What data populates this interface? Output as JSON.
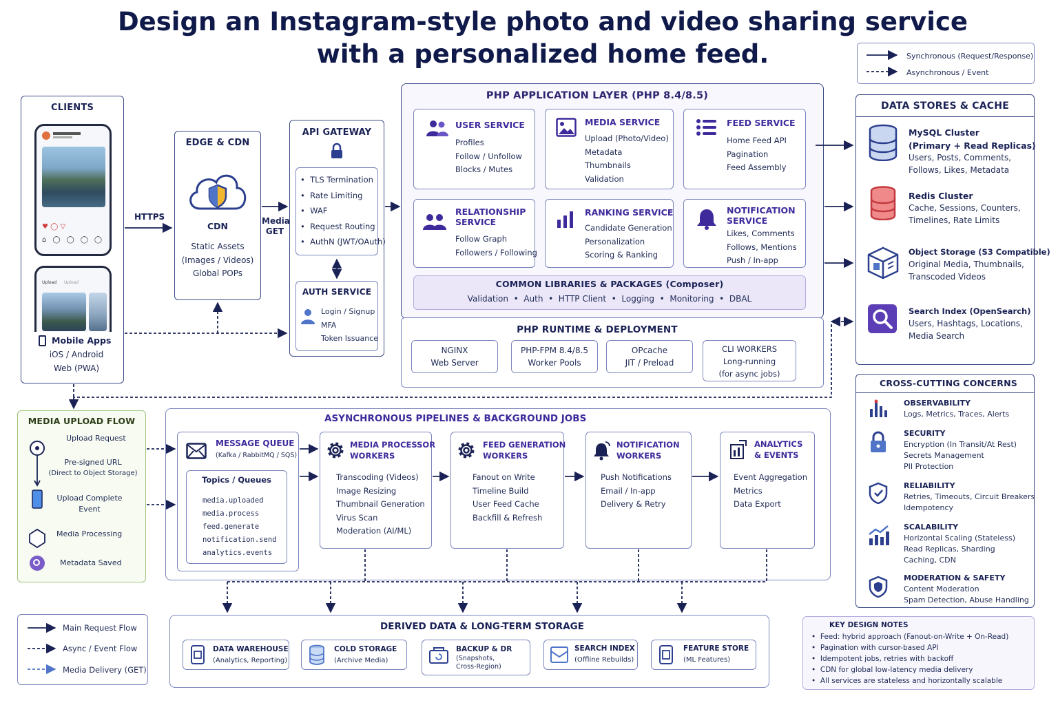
{
  "title": {
    "line1": "Design an Instagram-style photo and video sharing service",
    "line2": "with a personalized home feed."
  },
  "legend_top": {
    "sync": "Synchronous (Request/Response)",
    "async": "Asynchronous / Event"
  },
  "clients": {
    "header": "CLIENTS",
    "mobile_title": "Mobile Apps",
    "line1": "iOS / Android",
    "line2": "Web (PWA)",
    "phone2_tab1": "Upload",
    "phone2_tab2": "Upload"
  },
  "edge_links": {
    "https": "HTTPS",
    "media_get1": "Media",
    "media_get2": "GET"
  },
  "edge_cdn": {
    "header": "EDGE & CDN",
    "cdn": "CDN",
    "line1": "Static Assets",
    "line2": "(Images / Videos)",
    "line3": "Global POPs"
  },
  "api_gateway": {
    "header": "API GATEWAY",
    "items": [
      "TLS Termination",
      "Rate Limiting",
      "WAF",
      "Request Routing",
      "AuthN (JWT/OAuth)"
    ]
  },
  "auth_service": {
    "header": "AUTH SERVICE",
    "items": [
      "Login / Signup",
      "MFA",
      "Token Issuance"
    ]
  },
  "php_app": {
    "header": "PHP APPLICATION LAYER (PHP 8.4/8.5)",
    "services": [
      {
        "title1": "USER SERVICE",
        "title2": "",
        "items": [
          "Profiles",
          "Follow / Unfollow",
          "Blocks / Mutes"
        ]
      },
      {
        "title1": "MEDIA SERVICE",
        "title2": "",
        "items": [
          "Upload (Photo/Video)",
          "Metadata",
          "Thumbnails",
          "Validation"
        ]
      },
      {
        "title1": "FEED SERVICE",
        "title2": "",
        "items": [
          "Home Feed API",
          "Pagination",
          "Feed Assembly"
        ]
      },
      {
        "title1": "RELATIONSHIP",
        "title2": "SERVICE",
        "items": [
          "Follow Graph",
          "Followers / Following"
        ]
      },
      {
        "title1": "RANKING SERVICE",
        "title2": "",
        "items": [
          "Candidate Generation",
          "Personalization",
          "Scoring & Ranking"
        ]
      },
      {
        "title1": "NOTIFICATION",
        "title2": "SERVICE",
        "items": [
          "Likes, Comments",
          "Follows, Mentions",
          "Push / In-app"
        ]
      }
    ],
    "common_title": "COMMON LIBRARIES & PACKAGES (Composer)",
    "common_items": "Validation  •  Auth  •  HTTP Client  •  Logging  •  Monitoring  •  DBAL"
  },
  "runtime": {
    "header": "PHP RUNTIME & DEPLOYMENT",
    "items": [
      {
        "l1": "NGINX",
        "l2": "Web Server",
        "l3": ""
      },
      {
        "l1": "PHP-FPM 8.4/8.5",
        "l2": "Worker Pools",
        "l3": ""
      },
      {
        "l1": "OPcache",
        "l2": "JIT / Preload",
        "l3": ""
      },
      {
        "l1": "CLI WORKERS",
        "l2": "Long-running",
        "l3": "(for async jobs)"
      }
    ]
  },
  "data_stores": {
    "header": "DATA STORES & CACHE",
    "items": [
      {
        "t1": "MySQL Cluster",
        "t2": "(Primary + Read Replicas)",
        "d1": "Users, Posts, Comments,",
        "d2": "Follows, Likes, Metadata"
      },
      {
        "t1": "Redis Cluster",
        "t2": "",
        "d1": "Cache, Sessions, Counters,",
        "d2": "Timelines, Rate Limits"
      },
      {
        "t1": "Object Storage (S3 Compatible)",
        "t2": "",
        "d1": "Original Media, Thumbnails,",
        "d2": "Transcoded Videos"
      },
      {
        "t1": "Search Index (OpenSearch)",
        "t2": "",
        "d1": "Users, Hashtags, Locations,",
        "d2": "Media Search"
      }
    ]
  },
  "cross_cutting": {
    "header": "CROSS-CUTTING CONCERNS",
    "items": [
      {
        "title": "OBSERVABILITY",
        "lines": [
          "Logs, Metrics, Traces, Alerts"
        ]
      },
      {
        "title": "SECURITY",
        "lines": [
          "Encryption (In Transit/At Rest)",
          "Secrets Management",
          "PII Protection"
        ]
      },
      {
        "title": "RELIABILITY",
        "lines": [
          "Retries, Timeouts, Circuit Breakers",
          "Idempotency"
        ]
      },
      {
        "title": "SCALABILITY",
        "lines": [
          "Horizontal Scaling (Stateless)",
          "Read Replicas, Sharding",
          "Caching, CDN"
        ]
      },
      {
        "title": "MODERATION & SAFETY",
        "lines": [
          "Content Moderation",
          "Spam Detection, Abuse Handling"
        ]
      }
    ]
  },
  "media_upload": {
    "header": "MEDIA UPLOAD FLOW",
    "steps": [
      "Upload Request",
      "Pre-signed URL",
      "(Direct to Object Storage)",
      "Upload Complete",
      "Event",
      "Media Processing",
      "Metadata Saved"
    ]
  },
  "async": {
    "header": "ASYNCHRONOUS PIPELINES & BACKGROUND JOBS",
    "mq_title": "MESSAGE QUEUE",
    "mq_sub": "(Kafka / RabbitMQ / SQS)",
    "topics_title": "Topics / Queues",
    "topics": [
      "media.uploaded",
      "media.process",
      "feed.generate",
      "notification.send",
      "analytics.events"
    ],
    "workers": [
      {
        "t1": "MEDIA PROCESSOR",
        "t2": "WORKERS",
        "items": [
          "Transcoding (Videos)",
          "Image Resizing",
          "Thumbnail Generation",
          "Virus Scan",
          "Moderation (AI/ML)"
        ]
      },
      {
        "t1": "FEED GENERATION",
        "t2": "WORKERS",
        "items": [
          "Fanout on Write",
          "Timeline Build",
          "User Feed Cache",
          "Backfill & Refresh"
        ]
      },
      {
        "t1": "NOTIFICATION",
        "t2": "WORKERS",
        "items": [
          "Push Notifications",
          "Email / In-app",
          "Delivery & Retry"
        ]
      },
      {
        "t1": "ANALYTICS",
        "t2": "& EVENTS",
        "items": [
          "Event Aggregation",
          "Metrics",
          "Data Export"
        ]
      }
    ]
  },
  "derived": {
    "header": "DERIVED DATA & LONG-TERM STORAGE",
    "items": [
      {
        "t": "DATA WAREHOUSE",
        "s1": "(Analytics, Reporting)",
        "s2": ""
      },
      {
        "t": "COLD STORAGE",
        "s1": "(Archive Media)",
        "s2": ""
      },
      {
        "t": "BACKUP & DR",
        "s1": "(Snapshots,",
        "s2": "Cross-Region)"
      },
      {
        "t": "SEARCH INDEX",
        "s1": "(Offline Rebuilds)",
        "s2": ""
      },
      {
        "t": "FEATURE STORE",
        "s1": "(ML Features)",
        "s2": ""
      }
    ]
  },
  "legend_bottom": {
    "main": "Main Request Flow",
    "async": "Async / Event Flow",
    "media": "Media Delivery (GET)"
  },
  "key_notes": {
    "header": "KEY DESIGN NOTES",
    "items": [
      "Feed: hybrid approach (Fanout-on-Write + On-Read)",
      "Pagination with cursor-based API",
      "Idempotent jobs, retries with backoff",
      "CDN for global low-latency media delivery",
      "All services are stateless and horizontally scalable"
    ]
  },
  "colors": {
    "navy": "#1a2255",
    "purple": "#3f2a9c",
    "lavender": "#efecfb",
    "green_border": "#9fc27a",
    "redis": "#e0575b"
  }
}
